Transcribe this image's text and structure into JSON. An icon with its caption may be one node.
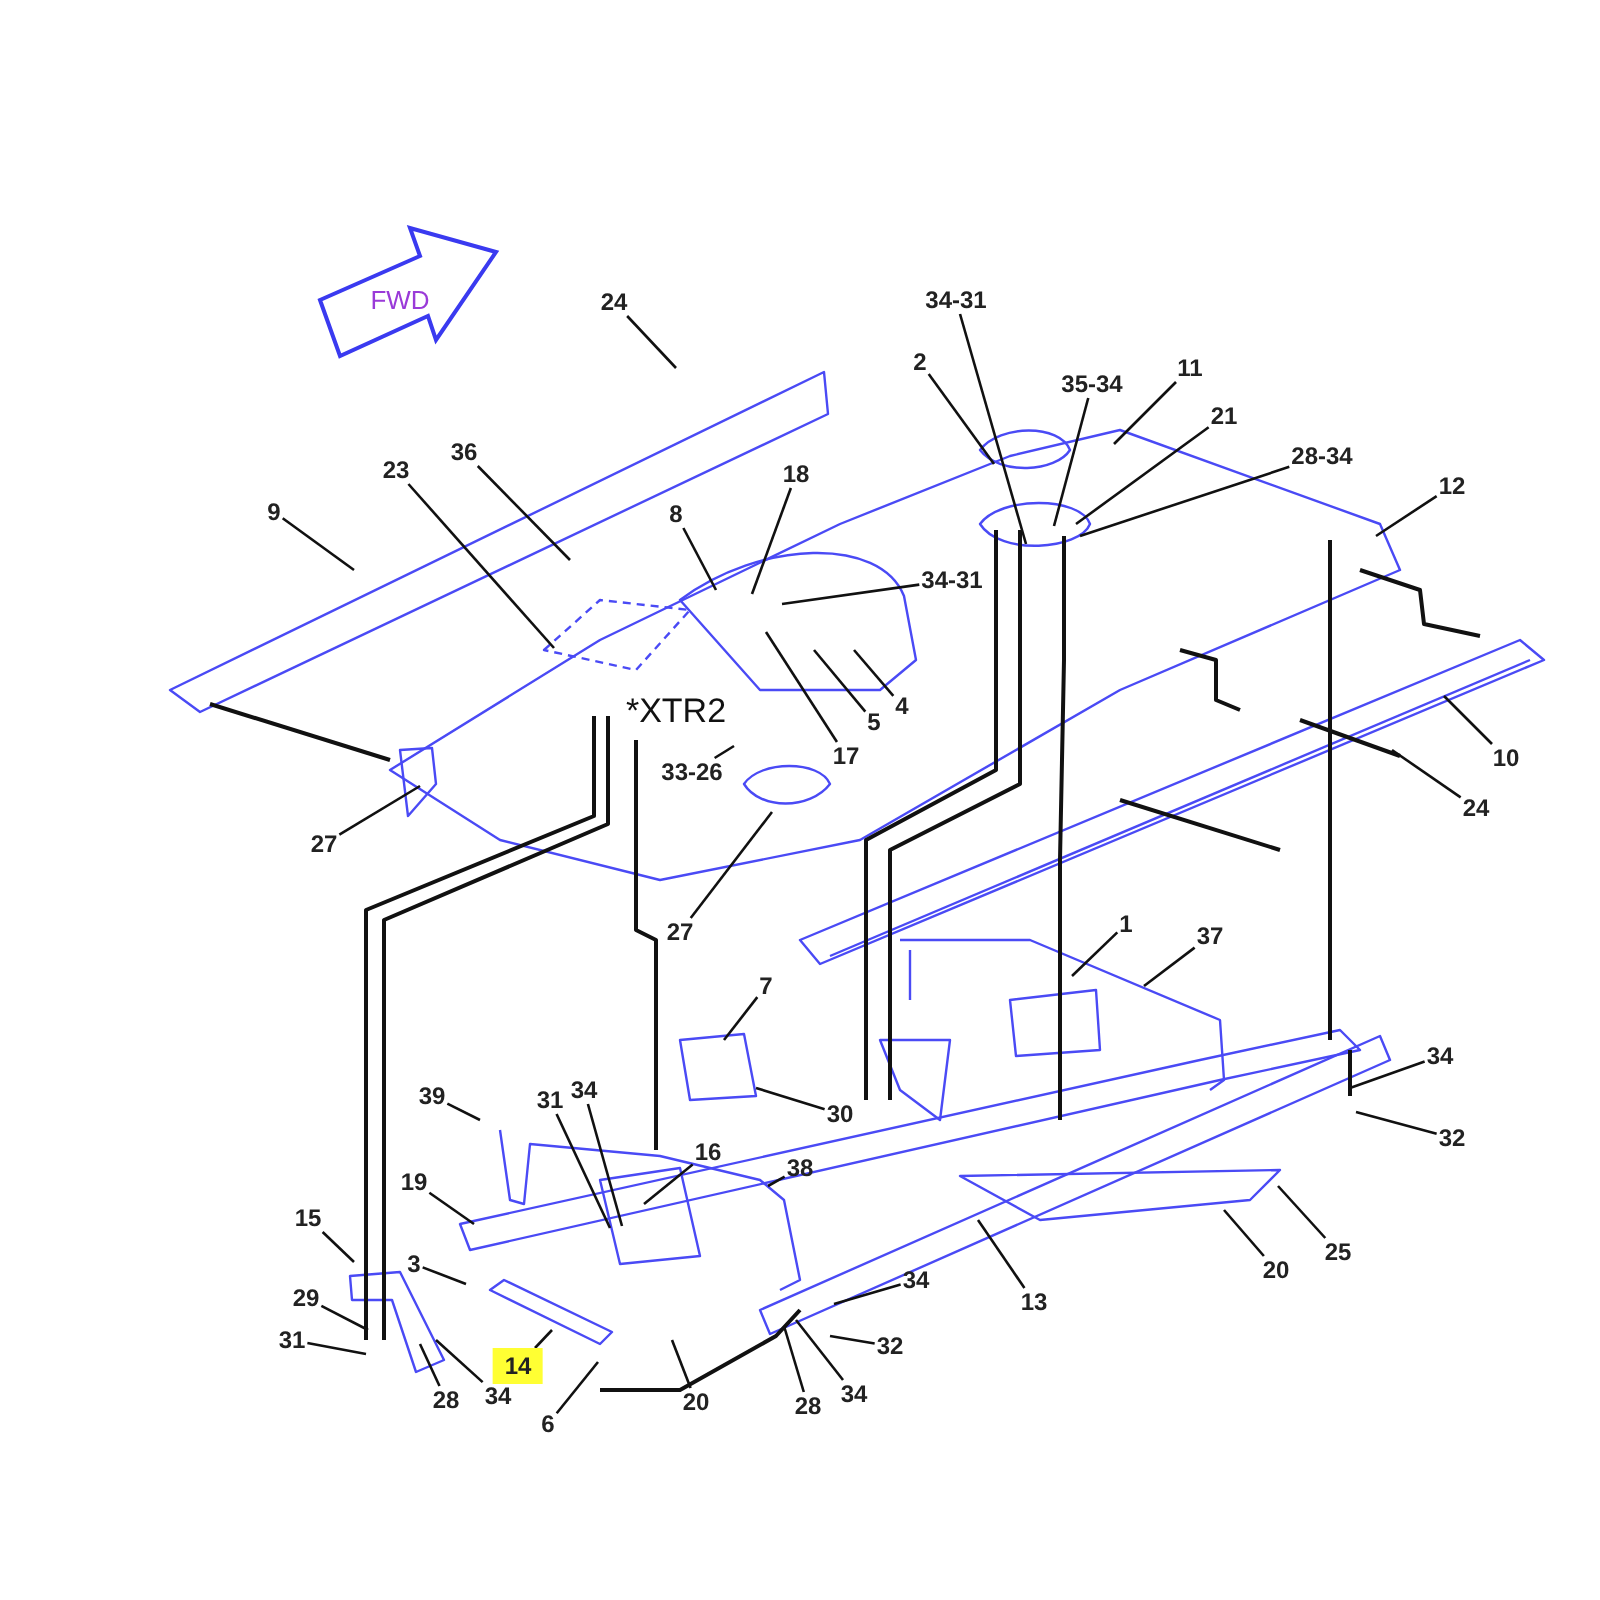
{
  "diagram": {
    "nodes": [
      {
        "text": [
          "34-31"
        ]
      },
      {
        "text": [
          "24"
        ]
      },
      {
        "text": [
          "2"
        ]
      },
      {
        "text": [
          "11"
        ]
      },
      {
        "text": [
          "35-34"
        ]
      },
      {
        "text": [
          "21"
        ]
      },
      {
        "text": [
          "28-34"
        ]
      },
      {
        "text": [
          "36"
        ]
      },
      {
        "text": [
          "23"
        ]
      },
      {
        "text": [
          "18"
        ]
      },
      {
        "text": [
          "12"
        ]
      },
      {
        "text": [
          "9"
        ]
      },
      {
        "text": [
          "8"
        ]
      },
      {
        "text": [
          "34-31"
        ]
      },
      {
        "text": [
          "4"
        ]
      },
      {
        "text": [
          "5"
        ]
      },
      {
        "text": [
          "17"
        ]
      },
      {
        "text": [
          "10"
        ]
      },
      {
        "text": [
          "33-26"
        ]
      },
      {
        "text": [
          "24"
        ]
      },
      {
        "text": [
          "27"
        ]
      },
      {
        "text": [
          "1"
        ]
      },
      {
        "text": [
          "27"
        ]
      },
      {
        "text": [
          "37"
        ]
      },
      {
        "text": [
          "7"
        ]
      },
      {
        "text": [
          "34"
        ]
      },
      {
        "text": [
          "34"
        ]
      },
      {
        "text": [
          "31"
        ]
      },
      {
        "text": [
          "39"
        ]
      },
      {
        "text": [
          "30"
        ]
      },
      {
        "text": [
          "32"
        ]
      },
      {
        "text": [
          "16"
        ]
      },
      {
        "text": [
          "38"
        ]
      },
      {
        "text": [
          "19"
        ]
      },
      {
        "text": [
          "15"
        ]
      },
      {
        "text": [
          "25"
        ]
      },
      {
        "text": [
          "3"
        ]
      },
      {
        "text": [
          "20"
        ]
      },
      {
        "text": [
          "34"
        ]
      },
      {
        "text": [
          "29"
        ]
      },
      {
        "text": [
          "13"
        ]
      },
      {
        "text": [
          "31"
        ]
      },
      {
        "text": [
          "32"
        ]
      },
      {
        "text": [
          "14"
        ]
      },
      {
        "text": [
          "34"
        ]
      },
      {
        "text": [
          "34"
        ]
      },
      {
        "text": [
          "28"
        ]
      },
      {
        "text": [
          "20"
        ]
      },
      {
        "text": [
          "28"
        ]
      },
      {
        "text": [
          "6"
        ]
      }
    ],
    "edges": [
      {
        "from": 0,
        "to": null,
        "arrow": "none"
      },
      {
        "from": 1,
        "to": null,
        "arrow": "none"
      },
      {
        "from": 2,
        "to": null,
        "arrow": "none"
      },
      {
        "from": 3,
        "to": null,
        "arrow": "none"
      },
      {
        "from": 4,
        "to": null,
        "arrow": "none"
      },
      {
        "from": 5,
        "to": null,
        "arrow": "none"
      },
      {
        "from": 6,
        "to": null,
        "arrow": "none"
      },
      {
        "from": 7,
        "to": null,
        "arrow": "none"
      },
      {
        "from": 8,
        "to": null,
        "arrow": "none"
      },
      {
        "from": 9,
        "to": null,
        "arrow": "none"
      },
      {
        "from": 10,
        "to": null,
        "arrow": "none"
      },
      {
        "from": 11,
        "to": null,
        "arrow": "none"
      },
      {
        "from": 12,
        "to": null,
        "arrow": "none"
      },
      {
        "from": 13,
        "to": null,
        "arrow": "none"
      },
      {
        "from": 14,
        "to": null,
        "arrow": "none"
      },
      {
        "from": 15,
        "to": null,
        "arrow": "none"
      },
      {
        "from": 16,
        "to": null,
        "arrow": "none"
      },
      {
        "from": 17,
        "to": null,
        "arrow": "none"
      },
      {
        "from": 18,
        "to": null,
        "arrow": "none"
      },
      {
        "from": 19,
        "to": null,
        "arrow": "none"
      },
      {
        "from": 20,
        "to": null,
        "arrow": "none"
      },
      {
        "from": 21,
        "to": null,
        "arrow": "none"
      },
      {
        "from": 22,
        "to": null,
        "arrow": "none"
      },
      {
        "from": 23,
        "to": null,
        "arrow": "none"
      },
      {
        "from": 24,
        "to": null,
        "arrow": "none"
      },
      {
        "from": 25,
        "to": null,
        "arrow": "none"
      },
      {
        "from": 26,
        "to": null,
        "arrow": "none"
      },
      {
        "from": 27,
        "to": null,
        "arrow": "none"
      },
      {
        "from": 28,
        "to": null,
        "arrow": "none"
      },
      {
        "from": 29,
        "to": null,
        "arrow": "none"
      },
      {
        "from": 30,
        "to": null,
        "arrow": "none"
      },
      {
        "from": 31,
        "to": null,
        "arrow": "none"
      },
      {
        "from": 32,
        "to": null,
        "arrow": "none"
      },
      {
        "from": 33,
        "to": null,
        "arrow": "none"
      },
      {
        "from": 34,
        "to": null,
        "arrow": "none"
      },
      {
        "from": 35,
        "to": null,
        "arrow": "none"
      },
      {
        "from": 36,
        "to": null,
        "arrow": "none"
      },
      {
        "from": 37,
        "to": null,
        "arrow": "none"
      },
      {
        "from": 38,
        "to": null,
        "arrow": "none"
      },
      {
        "from": 39,
        "to": null,
        "arrow": "none"
      },
      {
        "from": 40,
        "to": null,
        "arrow": "none"
      },
      {
        "from": 41,
        "to": null,
        "arrow": "none"
      },
      {
        "from": 42,
        "to": null,
        "arrow": "none"
      },
      {
        "from": 43,
        "to": null,
        "arrow": "none"
      },
      {
        "from": 44,
        "to": null,
        "arrow": "none"
      },
      {
        "from": 45,
        "to": null,
        "arrow": "none"
      },
      {
        "from": 46,
        "to": null,
        "arrow": "none"
      },
      {
        "from": 47,
        "to": null,
        "arrow": "none"
      },
      {
        "from": 48,
        "to": null,
        "arrow": "none"
      },
      {
        "from": 49,
        "to": null,
        "arrow": "none"
      }
    ],
    "labels": [
      "FWD",
      "*XTR2"
    ]
  }
}
